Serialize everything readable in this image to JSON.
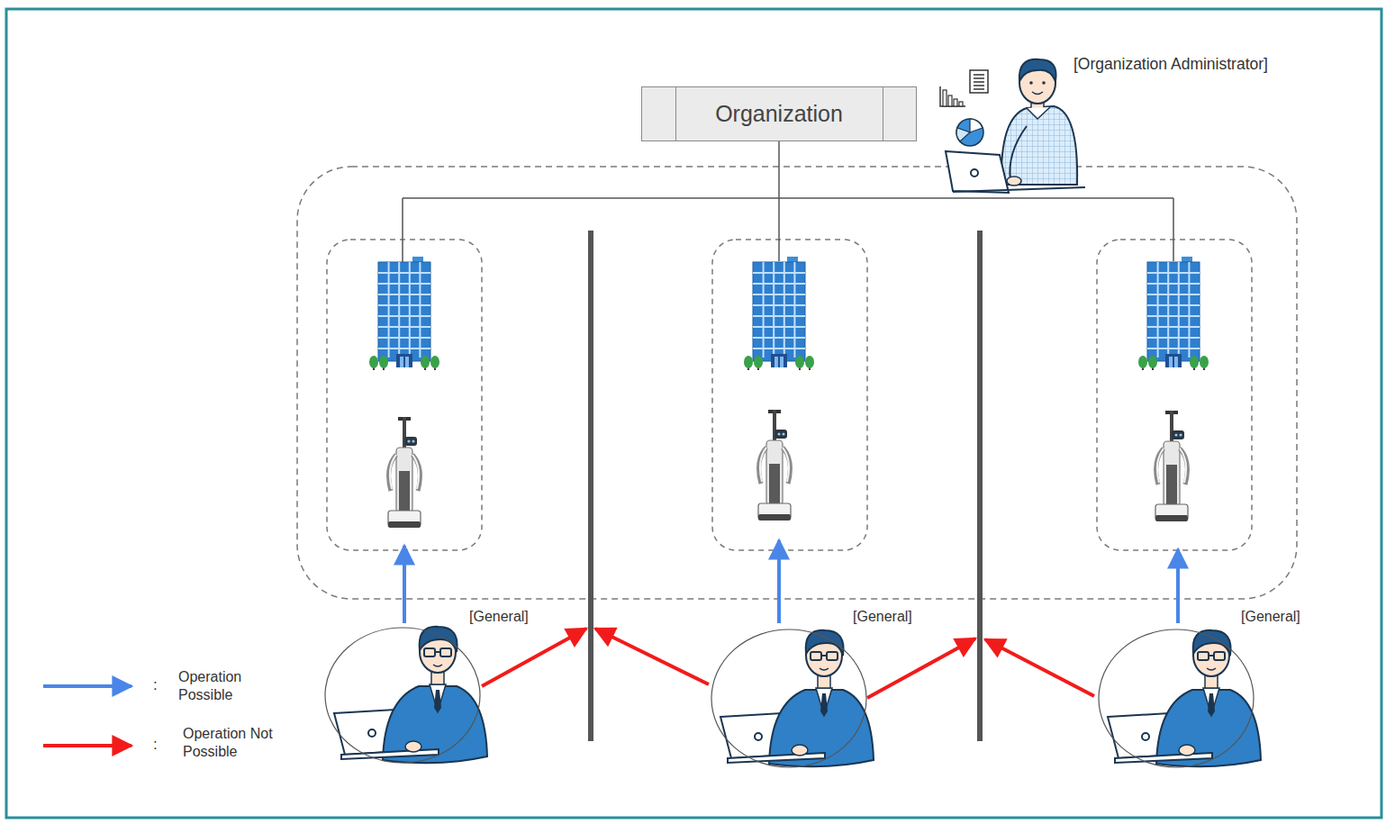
{
  "diagram": {
    "nodes": [
      {
        "text": [
          "Organization"
        ]
      },
      {
        "text": [
          "[General]"
        ]
      },
      {
        "text": [
          "[General]"
        ]
      },
      {
        "text": [
          "[General]"
        ]
      }
    ],
    "labels": [
      "[Organization Administrator]",
      ":",
      ":"
    ],
    "legend": [
      {
        "text": "Operation Possible"
      },
      {
        "text": "Operation Not Possible"
      }
    ]
  }
}
